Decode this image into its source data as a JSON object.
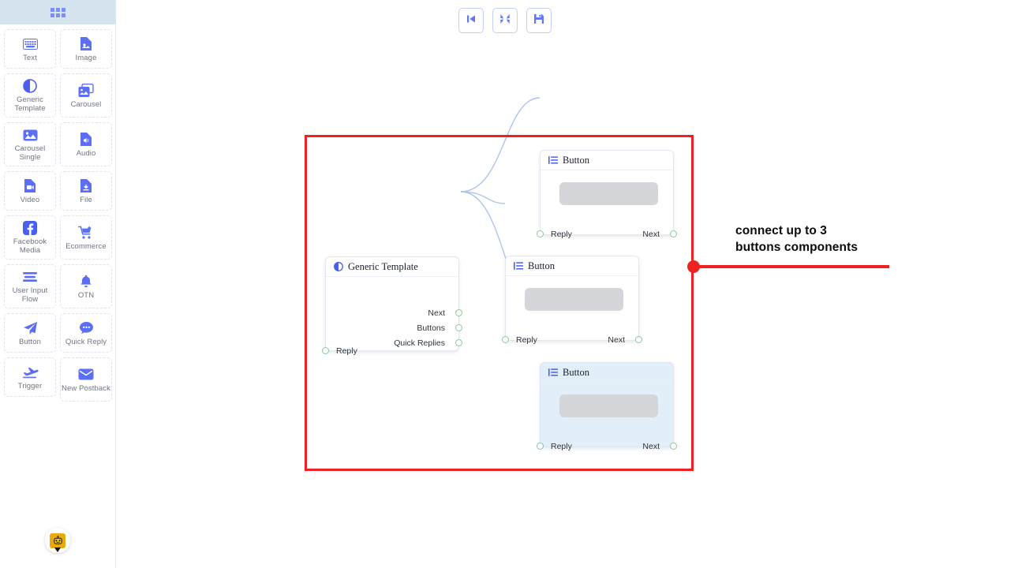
{
  "sidebar": {
    "header_icon": "apps-grid-icon",
    "items": [
      {
        "label": "Text",
        "icon": "keyboard-icon"
      },
      {
        "label": "Image",
        "icon": "image-file-icon"
      },
      {
        "label": "Generic Template",
        "icon": "half-circle-icon"
      },
      {
        "label": "Carousel",
        "icon": "images-stack-icon"
      },
      {
        "label": "Carousel Single",
        "icon": "image-icon"
      },
      {
        "label": "Audio",
        "icon": "audio-file-icon"
      },
      {
        "label": "Video",
        "icon": "video-file-icon"
      },
      {
        "label": "File",
        "icon": "download-file-icon"
      },
      {
        "label": "Facebook Media",
        "icon": "facebook-icon"
      },
      {
        "label": "Ecommerce",
        "icon": "shopping-cart-icon"
      },
      {
        "label": "User Input Flow",
        "icon": "lines-icon"
      },
      {
        "label": "OTN",
        "icon": "bell-icon"
      },
      {
        "label": "Button",
        "icon": "paper-plane-icon"
      },
      {
        "label": "Quick Reply",
        "icon": "chat-bubble-icon"
      },
      {
        "label": "Trigger",
        "icon": "plane-takeoff-icon"
      },
      {
        "label": "New Postback",
        "icon": "envelope-icon"
      }
    ],
    "bot_avatar": "bot-avatar-icon"
  },
  "toolbar": {
    "buttons": [
      {
        "name": "step-backward-button",
        "icon": "step-backward-icon"
      },
      {
        "name": "fit-to-screen-button",
        "icon": "compress-arrows-icon"
      },
      {
        "name": "save-button",
        "icon": "floppy-disk-save-icon"
      }
    ]
  },
  "canvas": {
    "nodes": [
      {
        "id": "generic-template",
        "title": "Generic Template",
        "icon": "half-circle-icon",
        "selected": false,
        "inputs": [
          {
            "label": "Reply"
          }
        ],
        "outputs": [
          {
            "label": "Next"
          },
          {
            "label": "Buttons"
          },
          {
            "label": "Quick Replies"
          }
        ]
      },
      {
        "id": "button-top",
        "title": "Button",
        "icon": "list-icon",
        "selected": false,
        "inputs": [
          {
            "label": "Reply"
          }
        ],
        "outputs": [
          {
            "label": "Next"
          }
        ]
      },
      {
        "id": "button-middle",
        "title": "Button",
        "icon": "list-icon",
        "selected": false,
        "inputs": [
          {
            "label": "Reply"
          }
        ],
        "outputs": [
          {
            "label": "Next"
          }
        ]
      },
      {
        "id": "button-bottom",
        "title": "Button",
        "icon": "list-icon",
        "selected": true,
        "inputs": [
          {
            "label": "Reply"
          }
        ],
        "outputs": [
          {
            "label": "Next"
          }
        ]
      }
    ],
    "edge_color": "#aec4ee",
    "port_color": "#8cc89a"
  },
  "annotation": {
    "text_line1": "connect up to 3",
    "text_line2": "buttons components",
    "color": "#ef2222"
  },
  "theme": {
    "accent": "#5b6ef5",
    "sidebar_header_bg": "#d6e4f0",
    "selected_node_bg": "#e3eefb",
    "placeholder_gray": "#d4d6da"
  }
}
